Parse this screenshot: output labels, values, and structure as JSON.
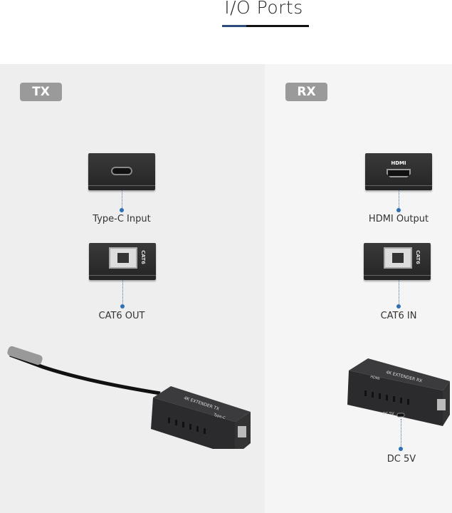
{
  "header": {
    "title": "I/O Ports"
  },
  "tx": {
    "badge": "TX",
    "ports": [
      {
        "label": "Type-C Input"
      },
      {
        "label": "CAT6 OUT",
        "module_text": "CAT6"
      }
    ],
    "device_text": [
      "4K EXTENDER TX",
      "Type-C"
    ]
  },
  "rx": {
    "badge": "RX",
    "ports": [
      {
        "label": "HDMI Output",
        "module_text": "HDMI"
      },
      {
        "label": "CAT6 IN",
        "module_text": "CAT6"
      },
      {
        "label": "DC 5V"
      }
    ],
    "device_text": [
      "4K EXTENDER RX",
      "HDMI",
      "DC 5V"
    ]
  },
  "colors": {
    "accent": "#2e6fb5",
    "badge": "#9a9a9a"
  }
}
